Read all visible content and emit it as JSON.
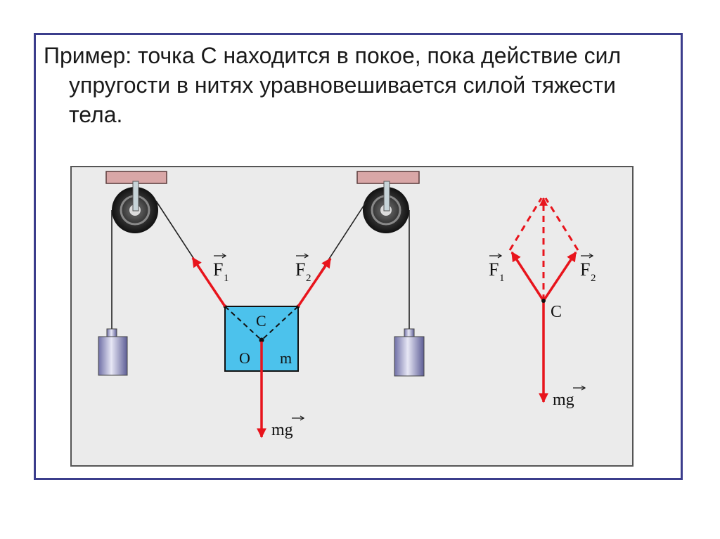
{
  "caption": {
    "line1": "Пример: точка С находится в покое, пока действие сил",
    "line2": "упругости в нитях уравновешивается силой тяжести",
    "line3": "тела."
  },
  "diagram": {
    "labels": {
      "f1_left": "F",
      "f1_left_sub": "1",
      "f2_left": "F",
      "f2_left_sub": "2",
      "c_block": "C",
      "o_block": "O",
      "m_block": "m",
      "mg_left": "mg",
      "f1_right": "F",
      "f1_right_sub": "1",
      "f2_right": "F",
      "f2_right_sub": "2",
      "c_right": "C",
      "mg_right": "mg"
    },
    "colors": {
      "force_arrow": "#e8141c",
      "block_fill": "#4cc2ec",
      "frame_border": "#3b3d8c",
      "figure_bg": "#ebebeb",
      "mount": "#d9a7a7",
      "pulley": "#3a3a3a",
      "weight": "#9a9ac8"
    }
  }
}
